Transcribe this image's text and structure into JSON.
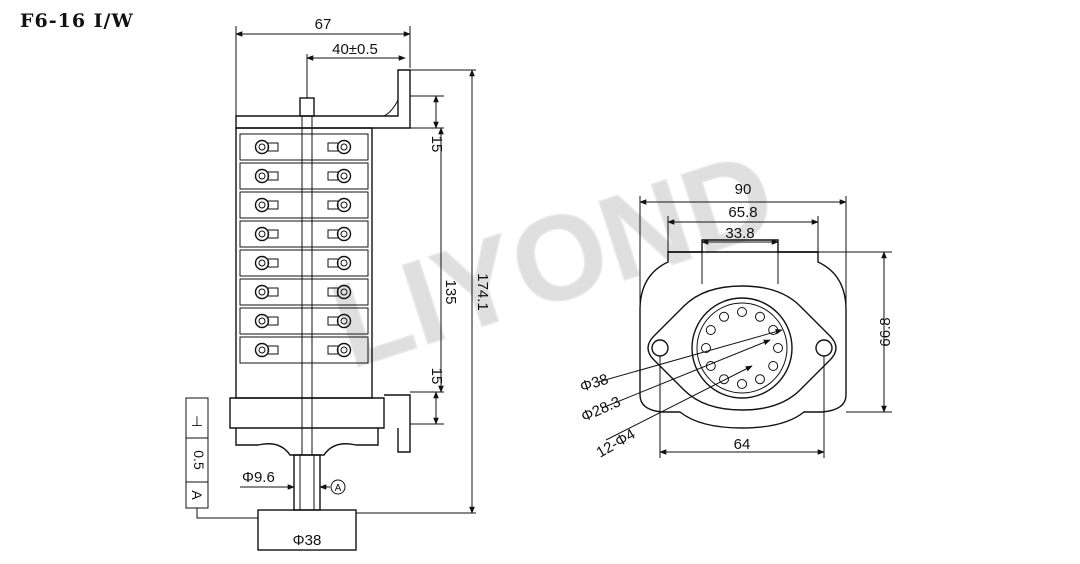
{
  "title": "F6-16 I/W",
  "watermark": "LIYOND",
  "left_view": {
    "dims": {
      "overall_width": "67",
      "shaft_offset": "40±0.5",
      "top_gap": "15",
      "body_height": "135",
      "bottom_gap": "15",
      "overall_height": "174.1",
      "shaft_diameter": "Φ9.6",
      "knob_diameter": "Φ38"
    },
    "datum_label": "A",
    "tolerance_frame": [
      "⊥",
      "0.5",
      "A"
    ],
    "terminal_rows": 8
  },
  "right_view": {
    "dims": {
      "overall_width": "90",
      "bracket_width": "65.8",
      "inner_width": "33.8",
      "height": "66.8",
      "hole_spacing": "64",
      "outer_circle": "Φ38",
      "pitch_circle": "Φ28.3",
      "holes": "12-Φ4"
    },
    "hole_count": 12
  }
}
